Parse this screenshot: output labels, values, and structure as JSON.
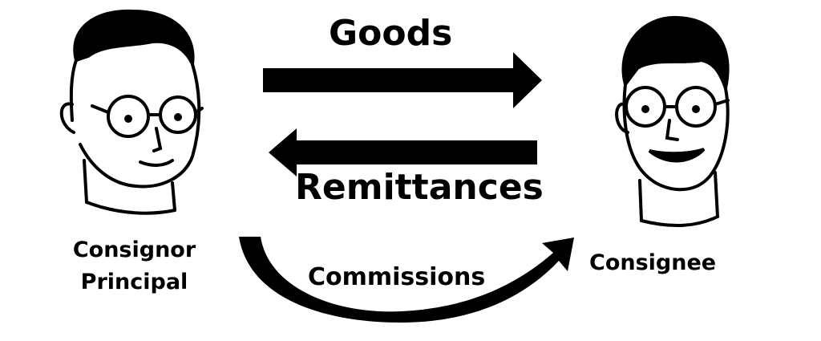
{
  "arrows": {
    "goods": "Goods",
    "remittances": "Remittances",
    "commissions": "Commissions"
  },
  "parties": {
    "left_line1": "Consignor",
    "left_line2": "Principal",
    "right": "Consignee"
  },
  "colors": {
    "ink": "#000000",
    "background": "#ffffff"
  }
}
